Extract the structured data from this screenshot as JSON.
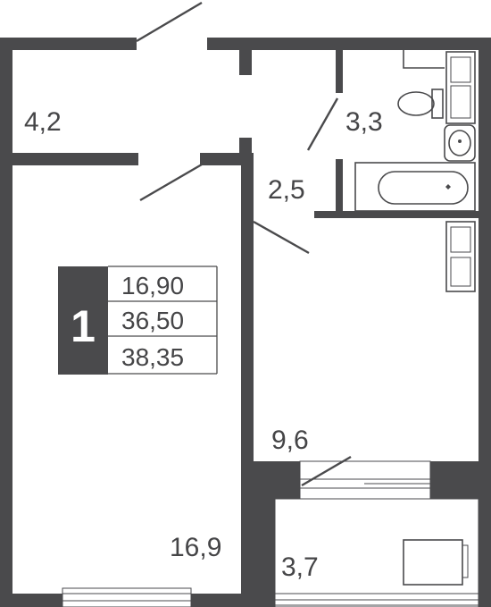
{
  "apartment": {
    "rooms_count": "1",
    "areas_summary": [
      "16,90",
      "36,50",
      "38,35"
    ]
  },
  "rooms": {
    "hallway_area": "4,2",
    "bathroom_area": "3,3",
    "corridor_area": "2,5",
    "kitchen_area": "9,6",
    "living_room_area": "16,9",
    "loggia_area": "3,7"
  },
  "colors": {
    "wall": "#4a4a4c",
    "text": "#454547",
    "background": "#ffffff"
  }
}
